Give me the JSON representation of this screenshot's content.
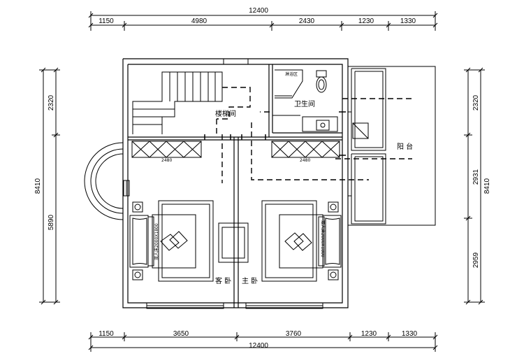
{
  "dimensions": {
    "top_total": "12400",
    "top_segments": [
      "1150",
      "4980",
      "2430",
      "1230",
      "1330"
    ],
    "bottom_total": "12400",
    "bottom_segments": [
      "1150",
      "3650",
      "3760",
      "1230",
      "1330"
    ],
    "left_total": "8410",
    "left_segments": [
      "2320",
      "5890"
    ],
    "right_total": "8410",
    "right_segments": [
      "2320",
      "2931",
      "2959"
    ]
  },
  "rooms": {
    "stair": "楼梯间",
    "bathroom": "卫生间",
    "balcony": "阳 台",
    "guest_bedroom": "客 卧",
    "master_bedroom": "主 卧"
  },
  "labels": {
    "shower": "淋浴区",
    "wardrobe_left": "2480",
    "wardrobe_right": "2480",
    "bed_left": "双人床2000X1800",
    "bed_right": "双人床2000X1800"
  }
}
